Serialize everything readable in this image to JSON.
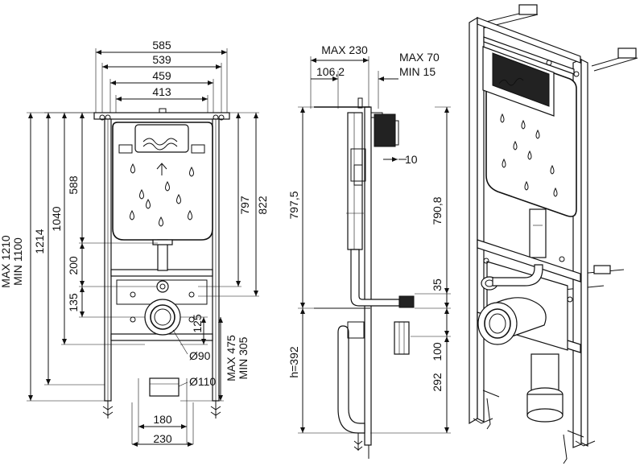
{
  "front_view": {
    "widths": [
      "585",
      "539",
      "459",
      "413"
    ],
    "heights_left": [
      "MAX 1210",
      "MIN 1100",
      "1214",
      "1040",
      "588",
      "200",
      "135"
    ],
    "heights_right": [
      "797",
      "822"
    ],
    "right_small": [
      "125",
      "MAX 475",
      "MIN 305"
    ],
    "pipes": [
      "Ø90",
      "Ø110"
    ],
    "bottom": [
      "180",
      "230"
    ]
  },
  "side_view": {
    "max230": "MAX 230",
    "d1062": "106,2",
    "max70": "MAX 70",
    "min15": "MIN 15",
    "d10": "10",
    "d7975": "797,5",
    "d7908": "790,8",
    "d35": "35",
    "h392": "h=392",
    "d100": "100",
    "d292": "292"
  }
}
